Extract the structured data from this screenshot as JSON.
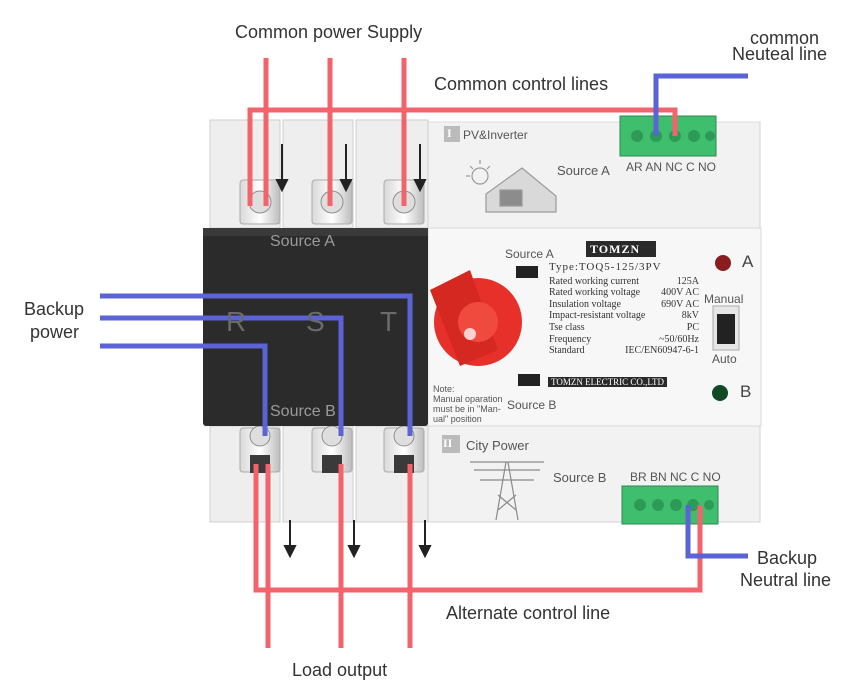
{
  "labels": {
    "common_supply": "Common power Supply",
    "common_control": "Common control lines",
    "common_neutral_1": "common",
    "common_neutral_2": "Neuteal line",
    "backup_power_1": "Backup",
    "backup_power_2": "power",
    "backup_neutral_1": "Backup",
    "backup_neutral_2": "Neutral line",
    "alternate_control": "Alternate control line",
    "load_output": "Load output"
  },
  "device": {
    "source_a_black": "Source A",
    "source_b_black": "Source B",
    "phase_r": "R",
    "phase_s": "S",
    "phase_t": "T",
    "top_section_num": "I",
    "top_section_name": "PV&Inverter",
    "top_source": "Source A",
    "top_terminals": "AR AN NC C NO",
    "bottom_section_num": "II",
    "bottom_section_name": "City Power",
    "bottom_source": "Source B",
    "bottom_terminals": "BR BN NC C NO",
    "brand": "TOMZN",
    "window_a": "Source A",
    "window_b": "Source B",
    "indicator_a": "A",
    "indicator_b": "B",
    "switch_manual": "Manual",
    "switch_auto": "Auto",
    "note": [
      "Note:",
      "Manual oparation",
      "must be in  \"Man-",
      "ual\"  position"
    ],
    "company": "TOMZN ELECTRIC CO.,LTD",
    "specs": {
      "type": "Type:TOQ5-125/3PV",
      "rows": [
        {
          "k": "Rated working current",
          "v": "125A"
        },
        {
          "k": "Rated working voltage",
          "v": "400V AC"
        },
        {
          "k": "Insulation voltage",
          "v": "690V AC"
        },
        {
          "k": "Impact-resistant voltage",
          "v": "8kV"
        },
        {
          "k": "Tse class",
          "v": "PC"
        },
        {
          "k": "Frequency",
          "v": "~50/60Hz"
        },
        {
          "k": "Standard",
          "v": "IEC/EN60947-6-1"
        }
      ]
    }
  },
  "colors": {
    "red_wire": "#f2636b",
    "blue_wire": "#5b63d6",
    "black_body": "#2b2b2b",
    "white_body": "#f3f3f3",
    "knob": "#e8302a",
    "terminal_green": "#3fbf6e"
  }
}
